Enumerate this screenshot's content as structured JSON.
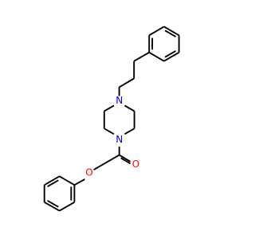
{
  "molecule": {
    "atoms": [
      {
        "id": "N1",
        "element": "N",
        "label": "N",
        "color": "#0000ff"
      },
      {
        "id": "N2",
        "element": "N",
        "label": "N",
        "color": "#0000ff"
      },
      {
        "id": "O1",
        "element": "O",
        "label": "O",
        "color": "#ff0000"
      },
      {
        "id": "O2",
        "element": "O",
        "label": "O",
        "color": "#ff0000"
      }
    ],
    "bond_color": "#000000"
  }
}
